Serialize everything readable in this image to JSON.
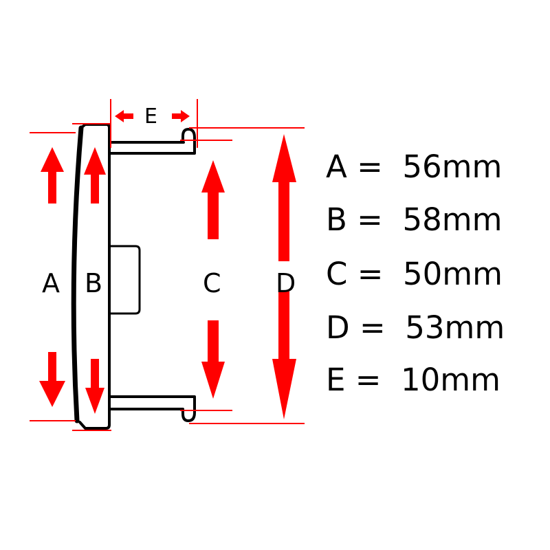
{
  "diagram": {
    "type": "dimension-drawing",
    "subject": "hub cap / center cap cross-section",
    "labels": {
      "A": "A",
      "B": "B",
      "C": "C",
      "D": "D",
      "E": "E"
    },
    "colors": {
      "dimension": "#ff0000",
      "outline": "#000000",
      "background": "#ffffff"
    }
  },
  "specs": [
    {
      "key": "A",
      "text": "A =  56mm",
      "value": 56,
      "unit": "mm"
    },
    {
      "key": "B",
      "text": "B =  58mm",
      "value": 58,
      "unit": "mm"
    },
    {
      "key": "C",
      "text": "C =  50mm",
      "value": 50,
      "unit": "mm"
    },
    {
      "key": "D",
      "text": "D =  53mm",
      "value": 53,
      "unit": "mm"
    },
    {
      "key": "E",
      "text": "E =  10mm",
      "value": 10,
      "unit": "mm"
    }
  ]
}
